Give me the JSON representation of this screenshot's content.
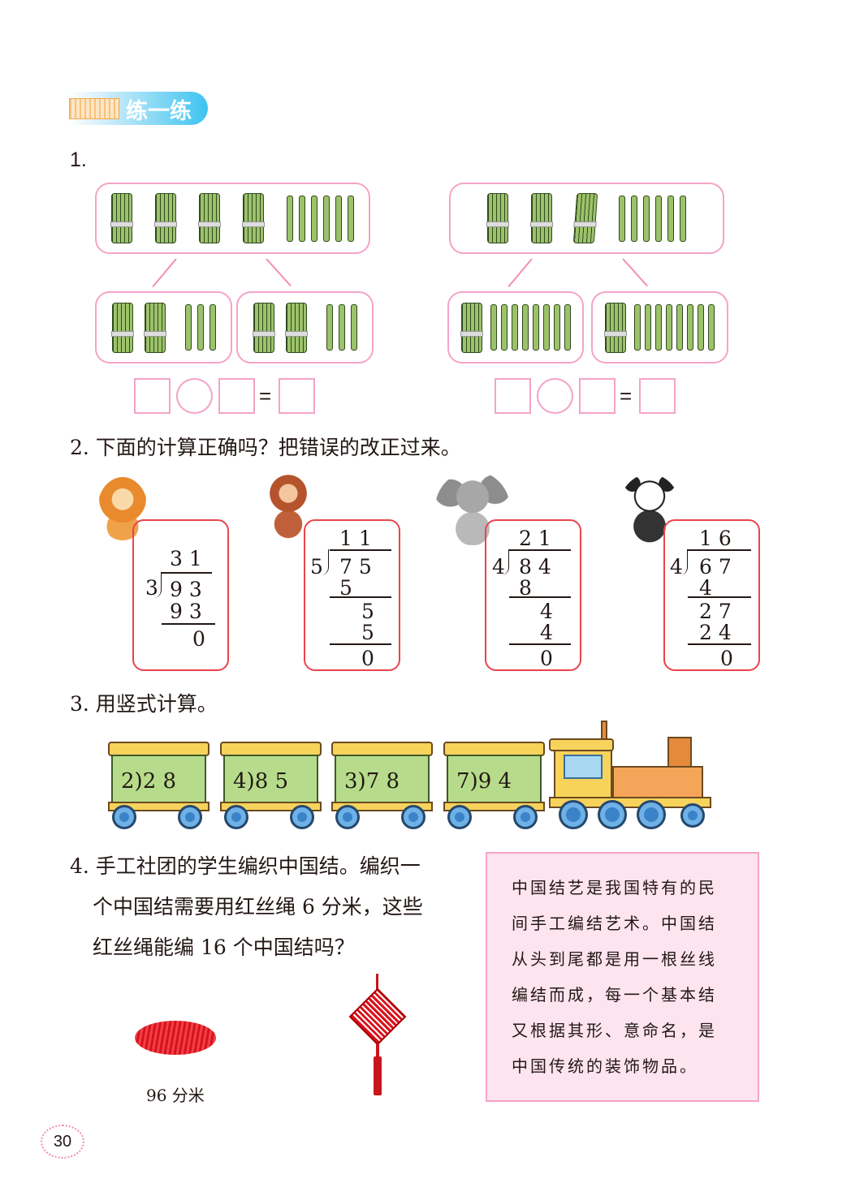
{
  "header": {
    "title": "练一练"
  },
  "q1": {
    "number": "1.",
    "equals": "="
  },
  "q2": {
    "text": "2. 下面的计算正确吗？把错误的改正过来。",
    "problems": [
      {
        "quotient": "3 1",
        "divisor": "3",
        "dividend": "9 3",
        "steps": [
          "9 3"
        ],
        "remainder": "0"
      },
      {
        "quotient": "1 1",
        "divisor": "5",
        "dividend": "7 5",
        "steps": [
          "5",
          "5",
          "5"
        ],
        "remainder": "0"
      },
      {
        "quotient": "2 1",
        "divisor": "4",
        "dividend": "8 4",
        "steps": [
          "8",
          "4",
          "4"
        ],
        "remainder": "0"
      },
      {
        "quotient": "1 6",
        "divisor": "4",
        "dividend": "6 7",
        "steps": [
          "4",
          "2 7",
          "2 4"
        ],
        "remainder": "0"
      }
    ]
  },
  "q3": {
    "text": "3. 用竖式计算。",
    "cars": [
      {
        "divisor": "2",
        "dividend": "2 8"
      },
      {
        "divisor": "4",
        "dividend": "8 5"
      },
      {
        "divisor": "3",
        "dividend": "7 8"
      },
      {
        "divisor": "7",
        "dividend": "9 4"
      }
    ]
  },
  "q4": {
    "lines": [
      "4. 手工社团的学生编织中国结。编织一",
      "个中国结需要用红丝绳 6 分米，这些",
      "红丝绳能编 16 个中国结吗？"
    ],
    "rope_label": "96 分米",
    "tip_lines": [
      "中国结艺是我国特有的民",
      "间手工编结艺术。中国结",
      "从头到尾都是用一根丝线",
      "编结而成，每一个基本结",
      "又根据其形、意命名，是",
      "中国传统的装饰物品。"
    ]
  },
  "page_number": "30"
}
